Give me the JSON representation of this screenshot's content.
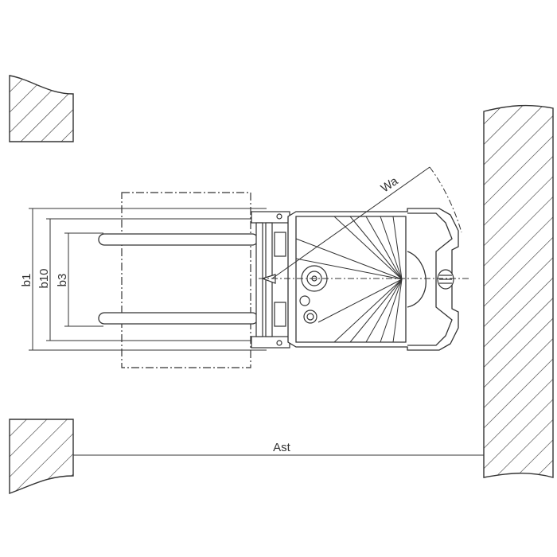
{
  "labels": {
    "b1": "b1",
    "b10": "b10",
    "b3": "b3",
    "wa": "Wa",
    "ast": "Ast"
  },
  "colors": {
    "line": "#333333",
    "background": "#ffffff"
  },
  "icons": {
    "walls": "hatched-wall",
    "truck": "pallet-truck-top-view",
    "pallet": "pallet-dashed-outline"
  }
}
